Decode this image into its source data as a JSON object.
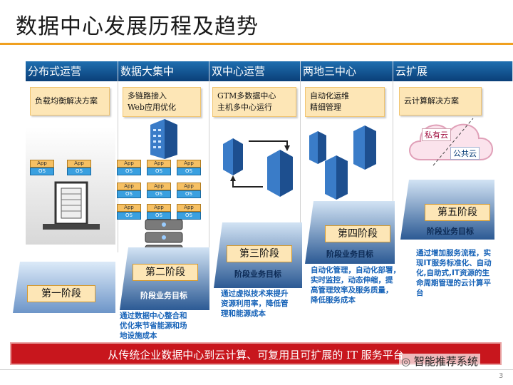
{
  "title": "数据中心发展历程及趋势",
  "stages": [
    {
      "header": "分布式运营",
      "solution": "负载均衡解决方案",
      "stage": "第一阶段",
      "goal": "",
      "desc": ""
    },
    {
      "header": "数据大集中",
      "solution": "多链路接入\nWeb应用优化",
      "stage": "第二阶段",
      "goal": "阶段业务目标",
      "desc": "通过数据中心整合和\n优化来节省能源和场\n地设施成本"
    },
    {
      "header": "双中心运营",
      "solution": "GTM多数据中心\n主机多中心运行",
      "stage": "第三阶段",
      "goal": "阶段业务目标",
      "desc": "通过虚拟技术来提升\n资源利用率，降低管\n理和能源成本"
    },
    {
      "header": "两地三中心",
      "solution": "自动化运维\n精细管理",
      "stage": "第四阶段",
      "goal": "阶段业务目标",
      "desc": "自动化管理，自动化部署，\n实时监控，动态伸缩，提\n高管理效率及服务质量，\n降低服务成本"
    },
    {
      "header": "云扩展",
      "solution": "云计算解决方案",
      "stage": "第五阶段",
      "goal": "阶段业务目标",
      "desc": "通过增加服务流程，实\n现IT服务标准化、自动\n化,自助式,IT资源的生\n命周期管理的云计算平\n台"
    }
  ],
  "appos": {
    "app": "App",
    "os": "OS"
  },
  "cloud": {
    "private": "私有云",
    "public": "公共云"
  },
  "banner": "从传统企业数据中心到云计算、可复用且可扩展的 IT 服务平台",
  "watermark": "智能推荐系统",
  "page_number": "3",
  "colors": {
    "header": "#0a3f78",
    "accent": "#f0a020",
    "banner": "#c8161d",
    "solution_bg": "#fde6b6",
    "desc_text": "#1763b8"
  }
}
